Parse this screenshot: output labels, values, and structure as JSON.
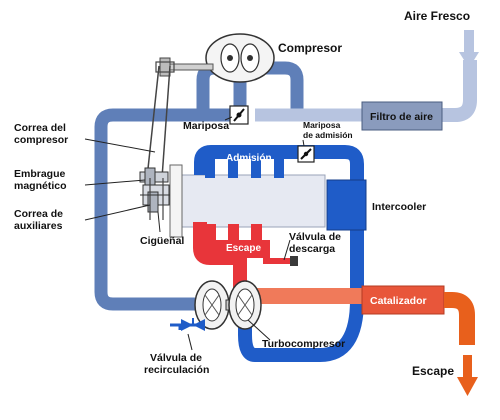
{
  "labels": {
    "aire_fresco": "Aire Fresco",
    "compresor": "Compresor",
    "filtro_de_aire": "Filtro de aire",
    "mariposa": "Mariposa",
    "mariposa_admision_1": "Mariposa",
    "mariposa_admision_2": "de admisión",
    "admision": "Admisión",
    "correa_compresor_1": "Correa del",
    "correa_compresor_2": "compresor",
    "embrague_1": "Embrague",
    "embrague_2": "magnético",
    "correa_auxiliares_1": "Correa de",
    "correa_auxiliares_2": "auxiliares",
    "ciguenal": "Cigüeñal",
    "escape_manifold": "Escape",
    "valvula_descarga_1": "Válvula de",
    "valvula_descarga_2": "descarga",
    "intercooler": "Intercooler",
    "catalizador": "Catalizador",
    "turbocompresor": "Turbocompresor",
    "valvula_recirculacion_1": "Válvula de",
    "valvula_recirculacion_2": "recirculación",
    "escape_out": "Escape"
  },
  "colors": {
    "fresh_air_pipe": "#b7c4e0",
    "compressor_pipe": "#5f7fb8",
    "intake_pipe": "#1f5cc8",
    "exhaust_manifold": "#e8353a",
    "exhaust_pipe": "#f07a5a",
    "exhaust_outlet": "#e8601c",
    "label_box": "#8a9bbd",
    "engine_block": "#e6e9f2"
  }
}
